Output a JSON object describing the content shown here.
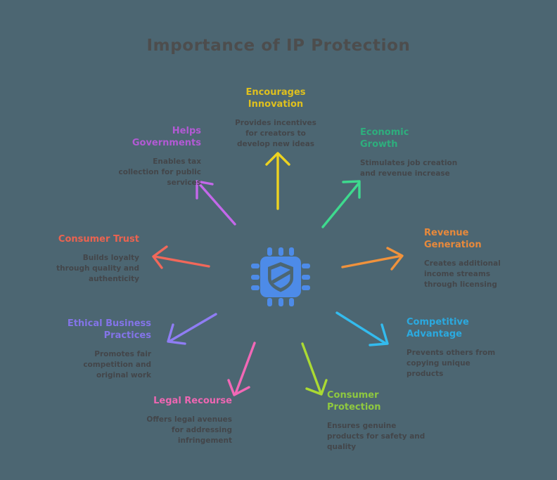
{
  "colors": {
    "background": "#4C6672",
    "title": "#4D4D4D",
    "description": "#43464A",
    "icon": "#4D8BE8"
  },
  "title": "Importance of IP Protection",
  "center_icon": "chip-shield-icon",
  "nodes": [
    {
      "id": "encourages-innovation",
      "title": "Encourages\nInnovation",
      "description": "Provides incentives\nfor creators to\ndevelop new ideas",
      "color": "#DFC01E",
      "arrow_color": "#EDD320"
    },
    {
      "id": "economic-growth",
      "title": "Economic\nGrowth",
      "description": "Stimulates job creation\nand revenue increase",
      "color": "#2EAE7D",
      "arrow_color": "#3EDA8E"
    },
    {
      "id": "revenue-generation",
      "title": "Revenue\nGeneration",
      "description": "Creates additional\nincome streams\nthrough licensing",
      "color": "#E8893B",
      "arrow_color": "#F0923C"
    },
    {
      "id": "competitive-advantage",
      "title": "Competitive\nAdvantage",
      "description": "Prevents others from\ncopying unique\nproducts",
      "color": "#2BA9DF",
      "arrow_color": "#33BBEE"
    },
    {
      "id": "consumer-protection",
      "title": "Consumer\nProtection",
      "description": "Ensures genuine\nproducts for safety and\nquality",
      "color": "#8FC93F",
      "arrow_color": "#ABDA33"
    },
    {
      "id": "legal-recourse",
      "title": "Legal Recourse",
      "description": "Offers legal avenues\nfor addressing\ninfringement",
      "color": "#EE66B2",
      "arrow_color": "#F268B6"
    },
    {
      "id": "ethical-business-practices",
      "title": "Ethical Business\nPractices",
      "description": "Promotes fair\ncompetition and\noriginal work",
      "color": "#8374E8",
      "arrow_color": "#8F7DF4"
    },
    {
      "id": "consumer-trust",
      "title": "Consumer Trust",
      "description": "Builds loyalty\nthrough quality and\nauthenticity",
      "color": "#EB6350",
      "arrow_color": "#F1685A"
    },
    {
      "id": "helps-governments",
      "title": "Helps\nGovernments",
      "description": "Enables tax\ncollection for public\nservices",
      "color": "#B25AD4",
      "arrow_color": "#C468EA"
    }
  ]
}
